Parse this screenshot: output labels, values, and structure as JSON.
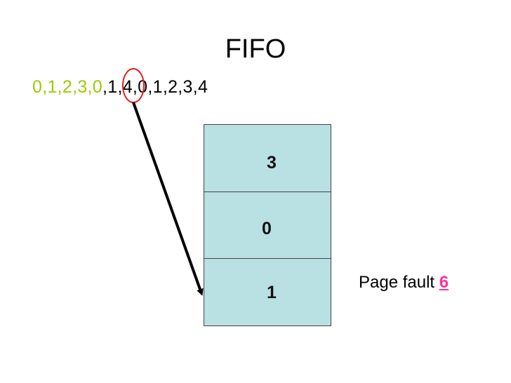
{
  "title": "FIFO",
  "reference_string": {
    "loaded": "0,1,2,3,0",
    "separator": ",",
    "current": "1",
    "remaining": ",4,0,1,2,3,4"
  },
  "frames": [
    "3",
    "0",
    "1"
  ],
  "page_fault": {
    "label": "Page fault",
    "count": "6"
  },
  "colors": {
    "loaded_text": "#99cc00",
    "frame_fill": "#b9e0e3",
    "highlight_circle": "#e02020",
    "fault_count": "#ff3399"
  }
}
